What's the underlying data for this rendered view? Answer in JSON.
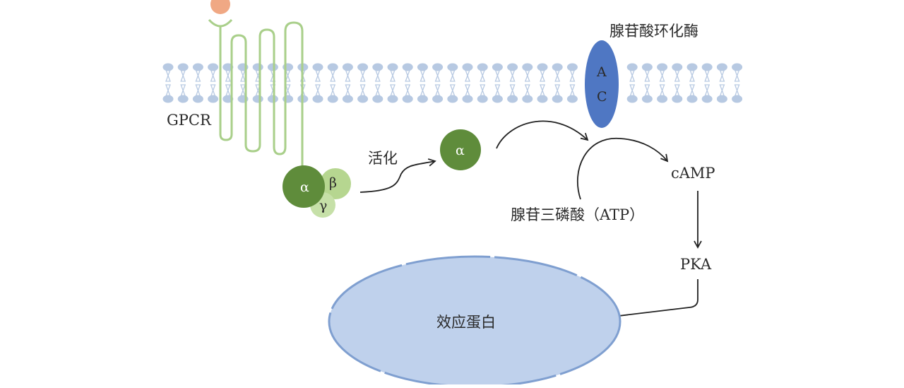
{
  "labels": {
    "gpcr": "GPCR",
    "adenylyl_cyclase": "腺苷酸环化酶",
    "ac_letter_a": "A",
    "ac_letter_c": "C",
    "activation": "活化",
    "alpha_free": "α",
    "g_alpha": "α",
    "g_beta": "β",
    "g_gamma": "γ",
    "camp": "cAMP",
    "atp": "腺苷三磷酸（ATP）",
    "pka": "PKA",
    "effector_protein": "效应蛋白"
  },
  "colors": {
    "ligand": "#f0a884",
    "receptor_line": "#a9cf8a",
    "membrane": "#b7c9e2",
    "ac_fill": "#4f77c3",
    "g_alpha": "#5f8c3b",
    "g_beta": "#b6d690",
    "g_gamma": "#c6e0a8",
    "effector_fill": "#bfd1ec",
    "effector_stroke": "#7f9fd0",
    "arrow": "#222222"
  }
}
